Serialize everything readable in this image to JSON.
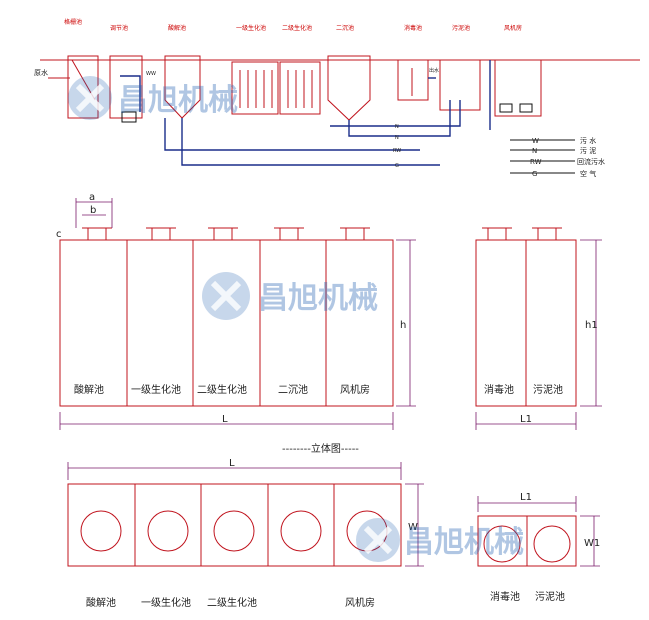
{
  "flow": {
    "inlet_label": "原水",
    "tank_labels": [
      "格栅池",
      "调节池",
      "酸解池",
      "一级生化池",
      "二级生化池",
      "二沉池",
      "消毒池",
      "污泥池",
      "风机房"
    ],
    "pipe_codes": [
      "W",
      "N",
      "RW",
      "G"
    ],
    "ww_label": "WW",
    "outlet_label": "出水"
  },
  "legend": {
    "items": [
      {
        "code": "W",
        "text": "污  水"
      },
      {
        "code": "N",
        "text": "污  泥"
      },
      {
        "code": "RW",
        "text": "回流污水"
      },
      {
        "code": "G",
        "text": "空  气"
      }
    ]
  },
  "elevation": {
    "dim_a": "a",
    "dim_b": "b",
    "dim_c": "c",
    "dim_h": "h",
    "dim_h1": "h1",
    "dim_L": "L",
    "dim_L1": "L1",
    "main_labels": [
      "酸解池",
      "一级生化池",
      "二级生化池",
      "二沉池",
      "风机房"
    ],
    "side_labels": [
      "消毒池",
      "污泥池"
    ]
  },
  "view_title": "--------立体图-----",
  "plan": {
    "dim_L": "L",
    "dim_L1": "L1",
    "dim_W": "W",
    "dim_W1": "W1",
    "main_labels": [
      "酸解池",
      "一级生化池",
      "二级生化池",
      "",
      "风机房"
    ],
    "side_labels": [
      "消毒池",
      "污泥池"
    ]
  },
  "watermark": {
    "text": "昌旭机械"
  },
  "colors": {
    "tank": "#c0141e",
    "pipe": "#1a2d8a",
    "dim": "#7a1a6a"
  }
}
